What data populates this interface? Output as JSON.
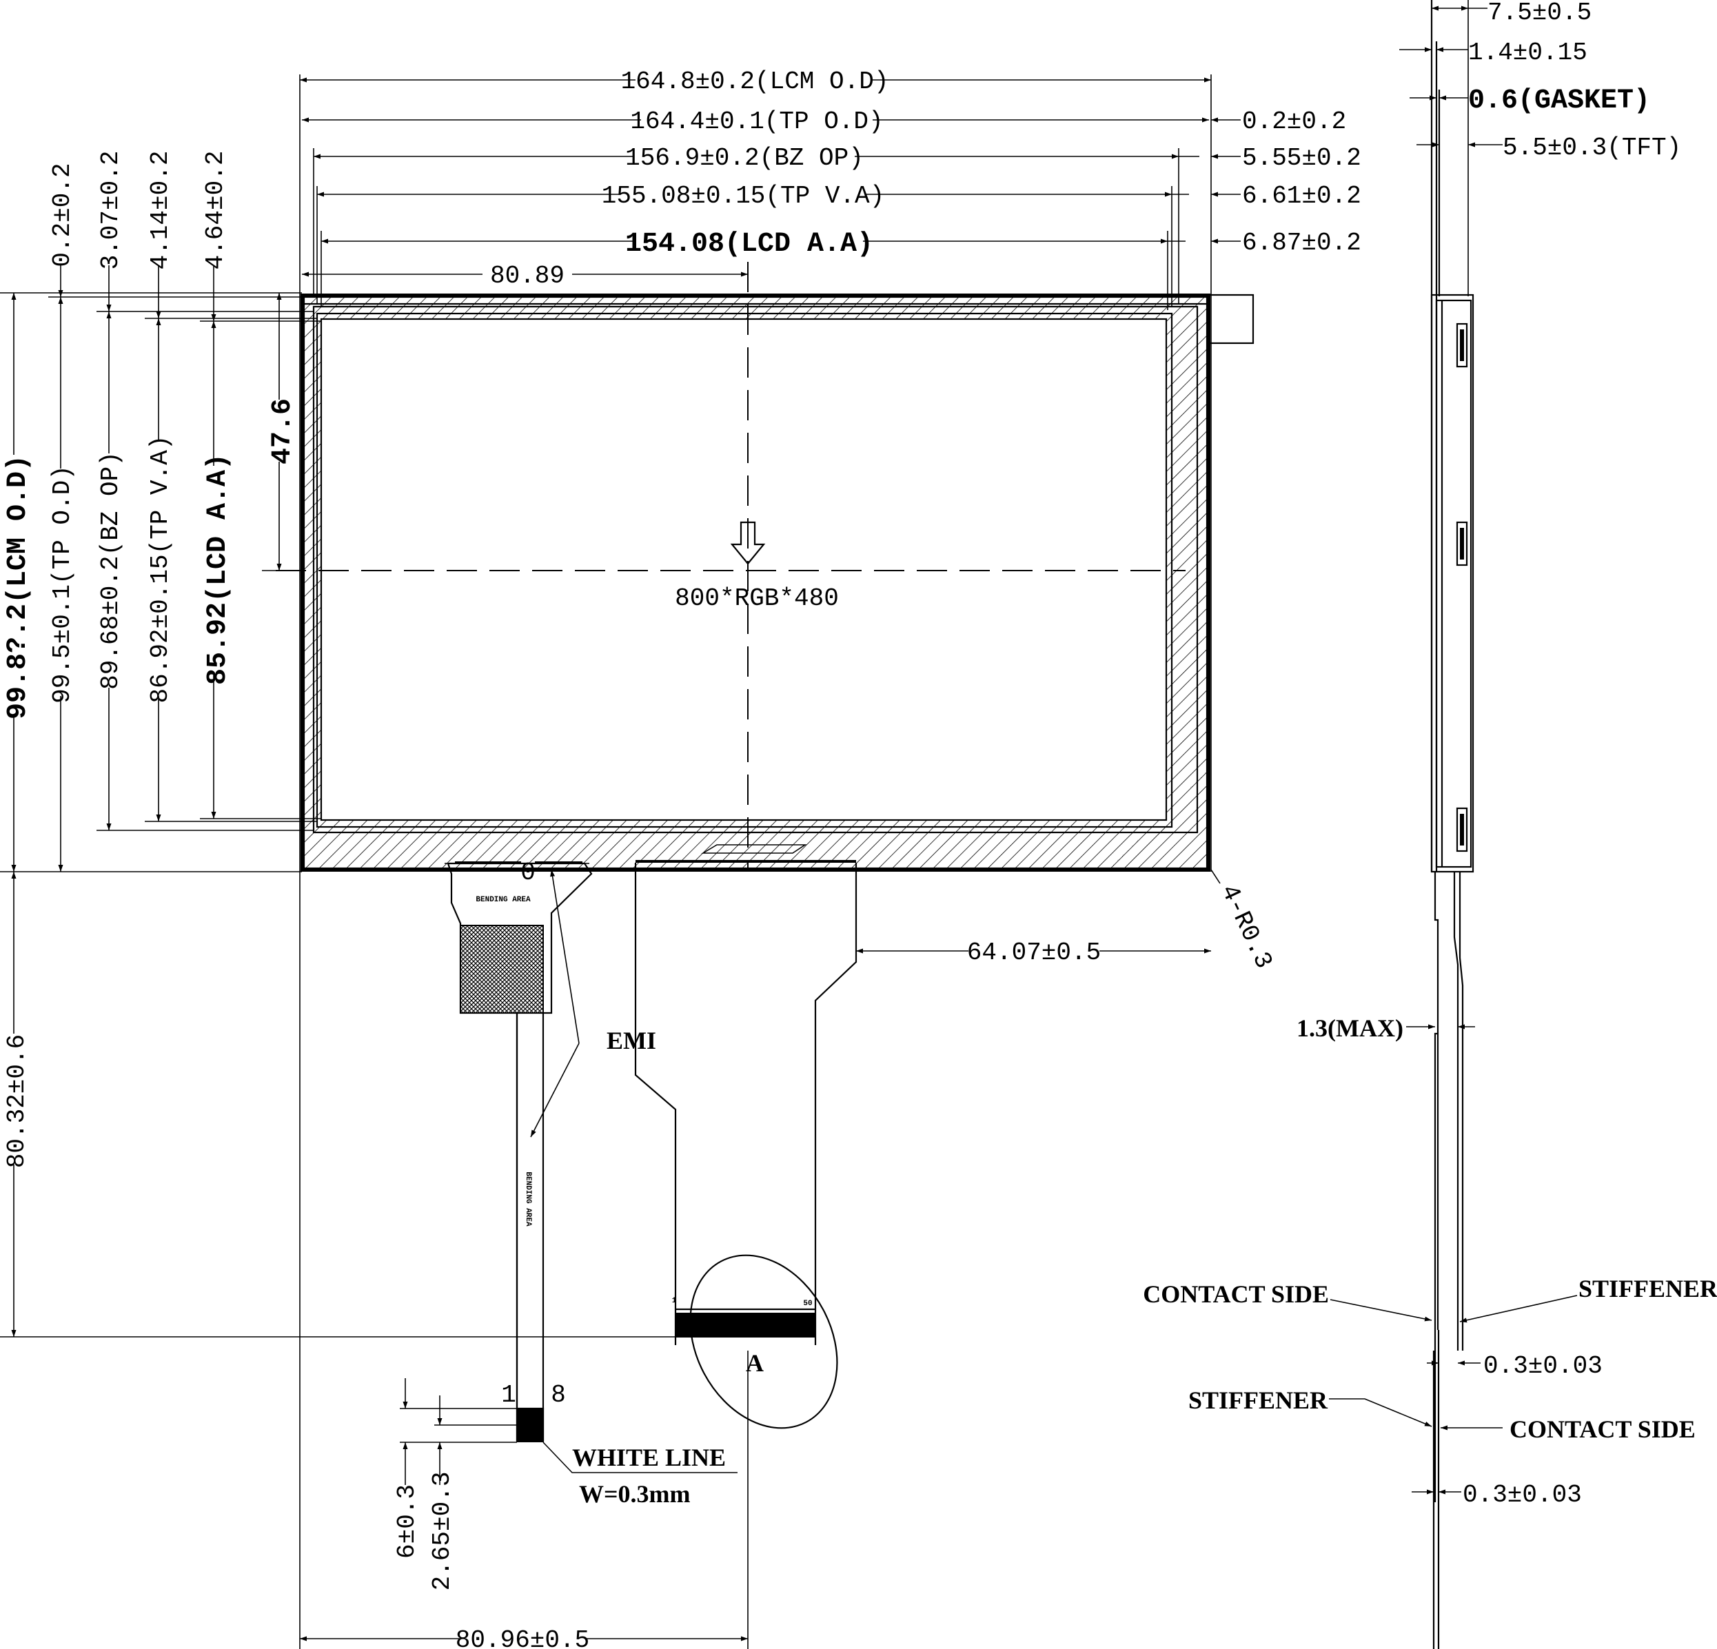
{
  "top_dims": {
    "lcm_od": "164.8±0.2(LCM O.D)",
    "tp_od": "164.4±0.1(TP O.D)",
    "bz_op": "156.9±0.2(BZ OP)",
    "tp_va": "155.08±0.15(TP V.A)",
    "lcd_aa": "154.08(LCD A.A)",
    "center_offset": "80.89"
  },
  "right_dims": {
    "d1": "0.2±0.2",
    "d2": "5.55±0.2",
    "d3": "6.61±0.2",
    "d4": "6.87±0.2"
  },
  "left_top_dims": {
    "d1": "0.2±0.2",
    "d2": "3.07±0.2",
    "d3": "4.14±0.2",
    "d4": "4.64±0.2"
  },
  "left_dims": {
    "lcm_od": "99.8?.2(LCM O.D)",
    "tp_od": "99.5±0.1(TP O.D)",
    "bz_op": "89.68±0.2(BZ OP)",
    "tp_va": "86.92±0.15(TP V.A)",
    "lcd_aa": "85.92(LCD A.A)",
    "center_height": "47.6",
    "fpc_length": "80.32±0.6"
  },
  "center": {
    "resolution": "800*RGB*480"
  },
  "fpc": {
    "width_dim": "64.07±0.5",
    "corner": "4-R0.3",
    "emi": "EMI",
    "bending_area": "BENDING AREA",
    "pin1": "1",
    "pin8": "8",
    "white_line": "WHITE LINE",
    "white_line_width": "W=0.3mm",
    "dim_6": "6±0.3",
    "dim_265": "2.65±0.3",
    "bottom_offset": "80.96±0.5",
    "detail_label": "A",
    "pin50": "50",
    "pin1_main": "1",
    "tp_pin0": "0"
  },
  "side_view": {
    "total_thickness": "7.5±0.5",
    "tp": "1.4±0.15",
    "gasket": "0.6(GASKET)",
    "tft": "5.5±0.3(TFT)",
    "fpc_max": "1.3(MAX)",
    "contact_side_1": "CONTACT SIDE",
    "stiffener_1": "STIFFENER",
    "thickness_1": "0.3±0.03",
    "stiffener_2": "STIFFENER",
    "contact_side_2": "CONTACT SIDE",
    "thickness_2": "0.3±0.03"
  }
}
